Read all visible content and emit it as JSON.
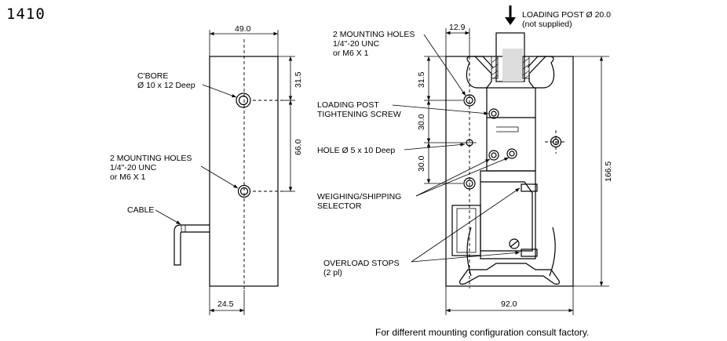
{
  "model": "1410",
  "dimensions": {
    "side_width": "49.0",
    "side_cable_offset": "24.5",
    "side_top_hole": "31.5",
    "side_hole_spacing": "66.0",
    "front_hole_offset": "12.9",
    "front_top_hole": "31.5",
    "front_spacing_1": "30.0",
    "front_spacing_2": "30.0",
    "front_height": "166.5",
    "front_width": "92.0"
  },
  "labels": {
    "cbore_line1": "C'BORE",
    "cbore_line2": "Ø 10 x 12 Deep",
    "side_holes_line1": "2 MOUNTING HOLES",
    "side_holes_line2": "1/4\"-20 UNC",
    "side_holes_line3": "or M6 X 1",
    "cable": "CABLE",
    "front_holes_line1": "2 MOUNTING HOLES",
    "front_holes_line2": "1/4\"-20 UNC",
    "front_holes_line3": "or M6 X 1",
    "loading_post_line1": "LOADING POST Ø 20.0",
    "loading_post_line2": "(not supplied)",
    "tightening_line1": "LOADING POST",
    "tightening_line2": "TIGHTENING SCREW",
    "hole": "HOLE Ø 5 x 10 Deep",
    "selector_line1": "WEIGHING/SHIPPING",
    "selector_line2": "SELECTOR",
    "overload_line1": "OVERLOAD STOPS",
    "overload_line2": "(2 pl)"
  },
  "footer_note": "For different mounting configuration consult factory."
}
